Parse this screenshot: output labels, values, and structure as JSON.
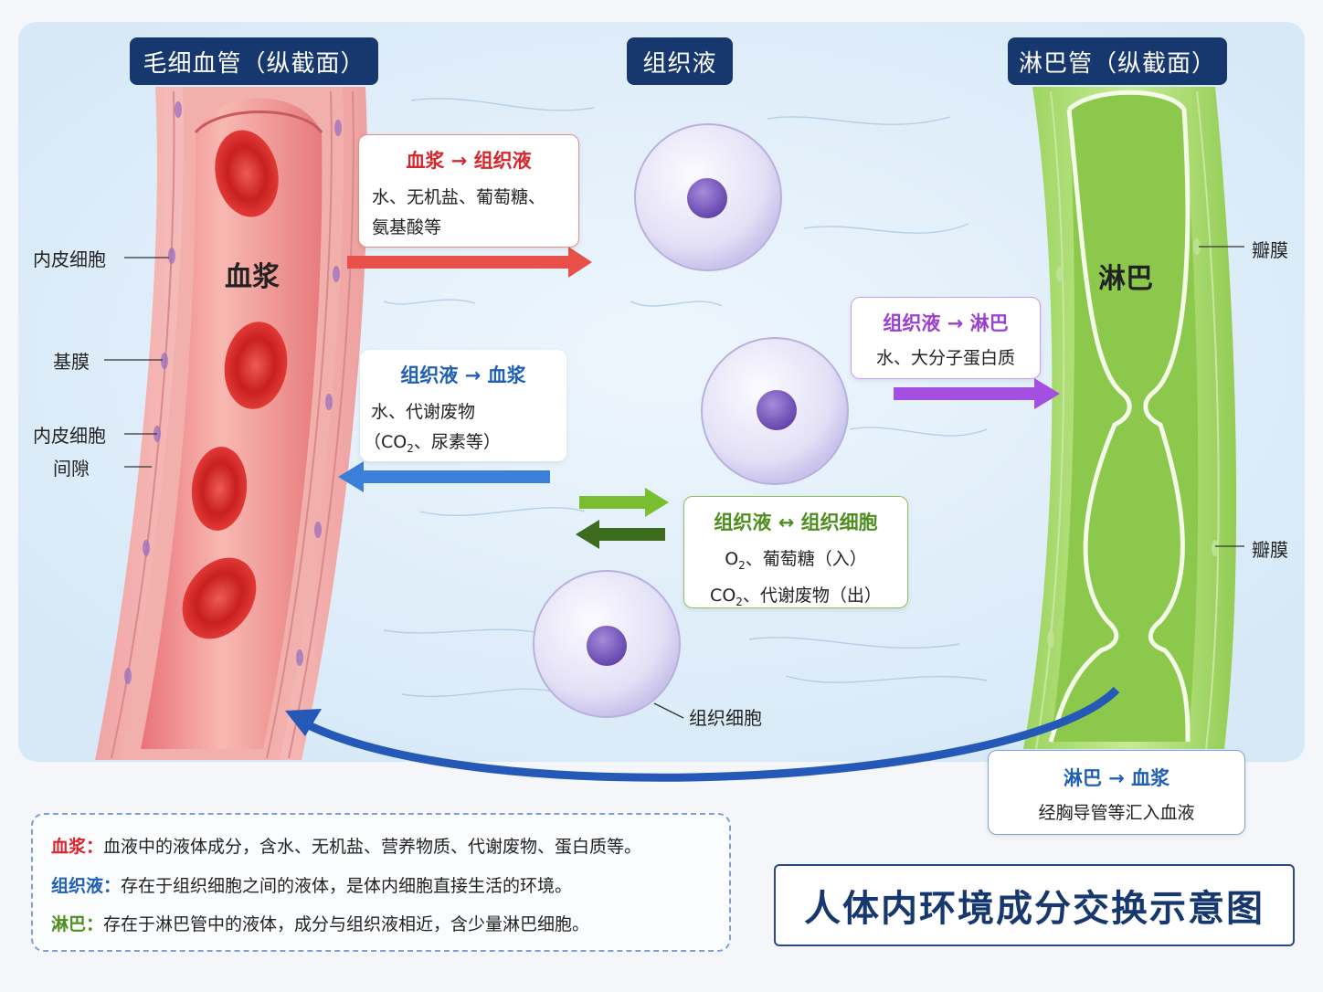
{
  "headers": {
    "capillary": "毛细血管（纵截面）",
    "tissue_fluid": "组织液",
    "lymph_vessel": "淋巴管（纵截面）"
  },
  "regions": {
    "plasma": "血浆",
    "lymph": "淋巴"
  },
  "side_labels": {
    "endothelial_cell": "内皮细胞",
    "basement_membrane": "基膜",
    "cell_gap_line1": "内皮细胞",
    "cell_gap_line2": "间隙",
    "valve_top": "瓣膜",
    "valve_bottom": "瓣膜",
    "tissue_cell": "组织细胞"
  },
  "boxes": {
    "plasma_to_tf": {
      "title": "血浆 → 组织液",
      "line1": "水、无机盐、葡萄糖、",
      "line2": "氨基酸等"
    },
    "tf_to_plasma": {
      "title": "组织液 → 血浆",
      "line1": "水、代谢废物",
      "line2_prefix": "（CO",
      "line2_sub": "2",
      "line2_suffix": "、尿素等）"
    },
    "tf_to_lymph": {
      "title": "组织液 → 淋巴",
      "line1": "水、大分子蛋白质"
    },
    "tf_cell": {
      "title": "组织液 ↔ 组织细胞",
      "line1_prefix": "O",
      "line1_sub": "2",
      "line1_suffix": "、葡萄糖（入）",
      "line2_prefix": "CO",
      "line2_sub": "2",
      "line2_suffix": "、代谢废物（出）"
    },
    "lymph_to_plasma": {
      "title": "淋巴 → 血浆",
      "line1": "经胸导管等汇入血液"
    }
  },
  "legend": [
    {
      "key": "血浆：",
      "text": "血液中的液体成分，含水、无机盐、营养物质、代谢废物、蛋白质等。",
      "color": "#d8262c"
    },
    {
      "key": "组织液：",
      "text": "存在于组织细胞之间的液体，是体内细胞直接生活的环境。",
      "color": "#1f5fb5"
    },
    {
      "key": "淋巴：",
      "text": "存在于淋巴管中的液体，成分与组织液相近，含少量淋巴细胞。",
      "color": "#4d8f1f"
    }
  ],
  "main_title": "人体内环境成分交换示意图",
  "colors": {
    "red": "#d8262c",
    "blue": "#1f5fb5",
    "purple": "#9b3fd0",
    "green": "#4d8f1f",
    "navy": "#17386f"
  }
}
